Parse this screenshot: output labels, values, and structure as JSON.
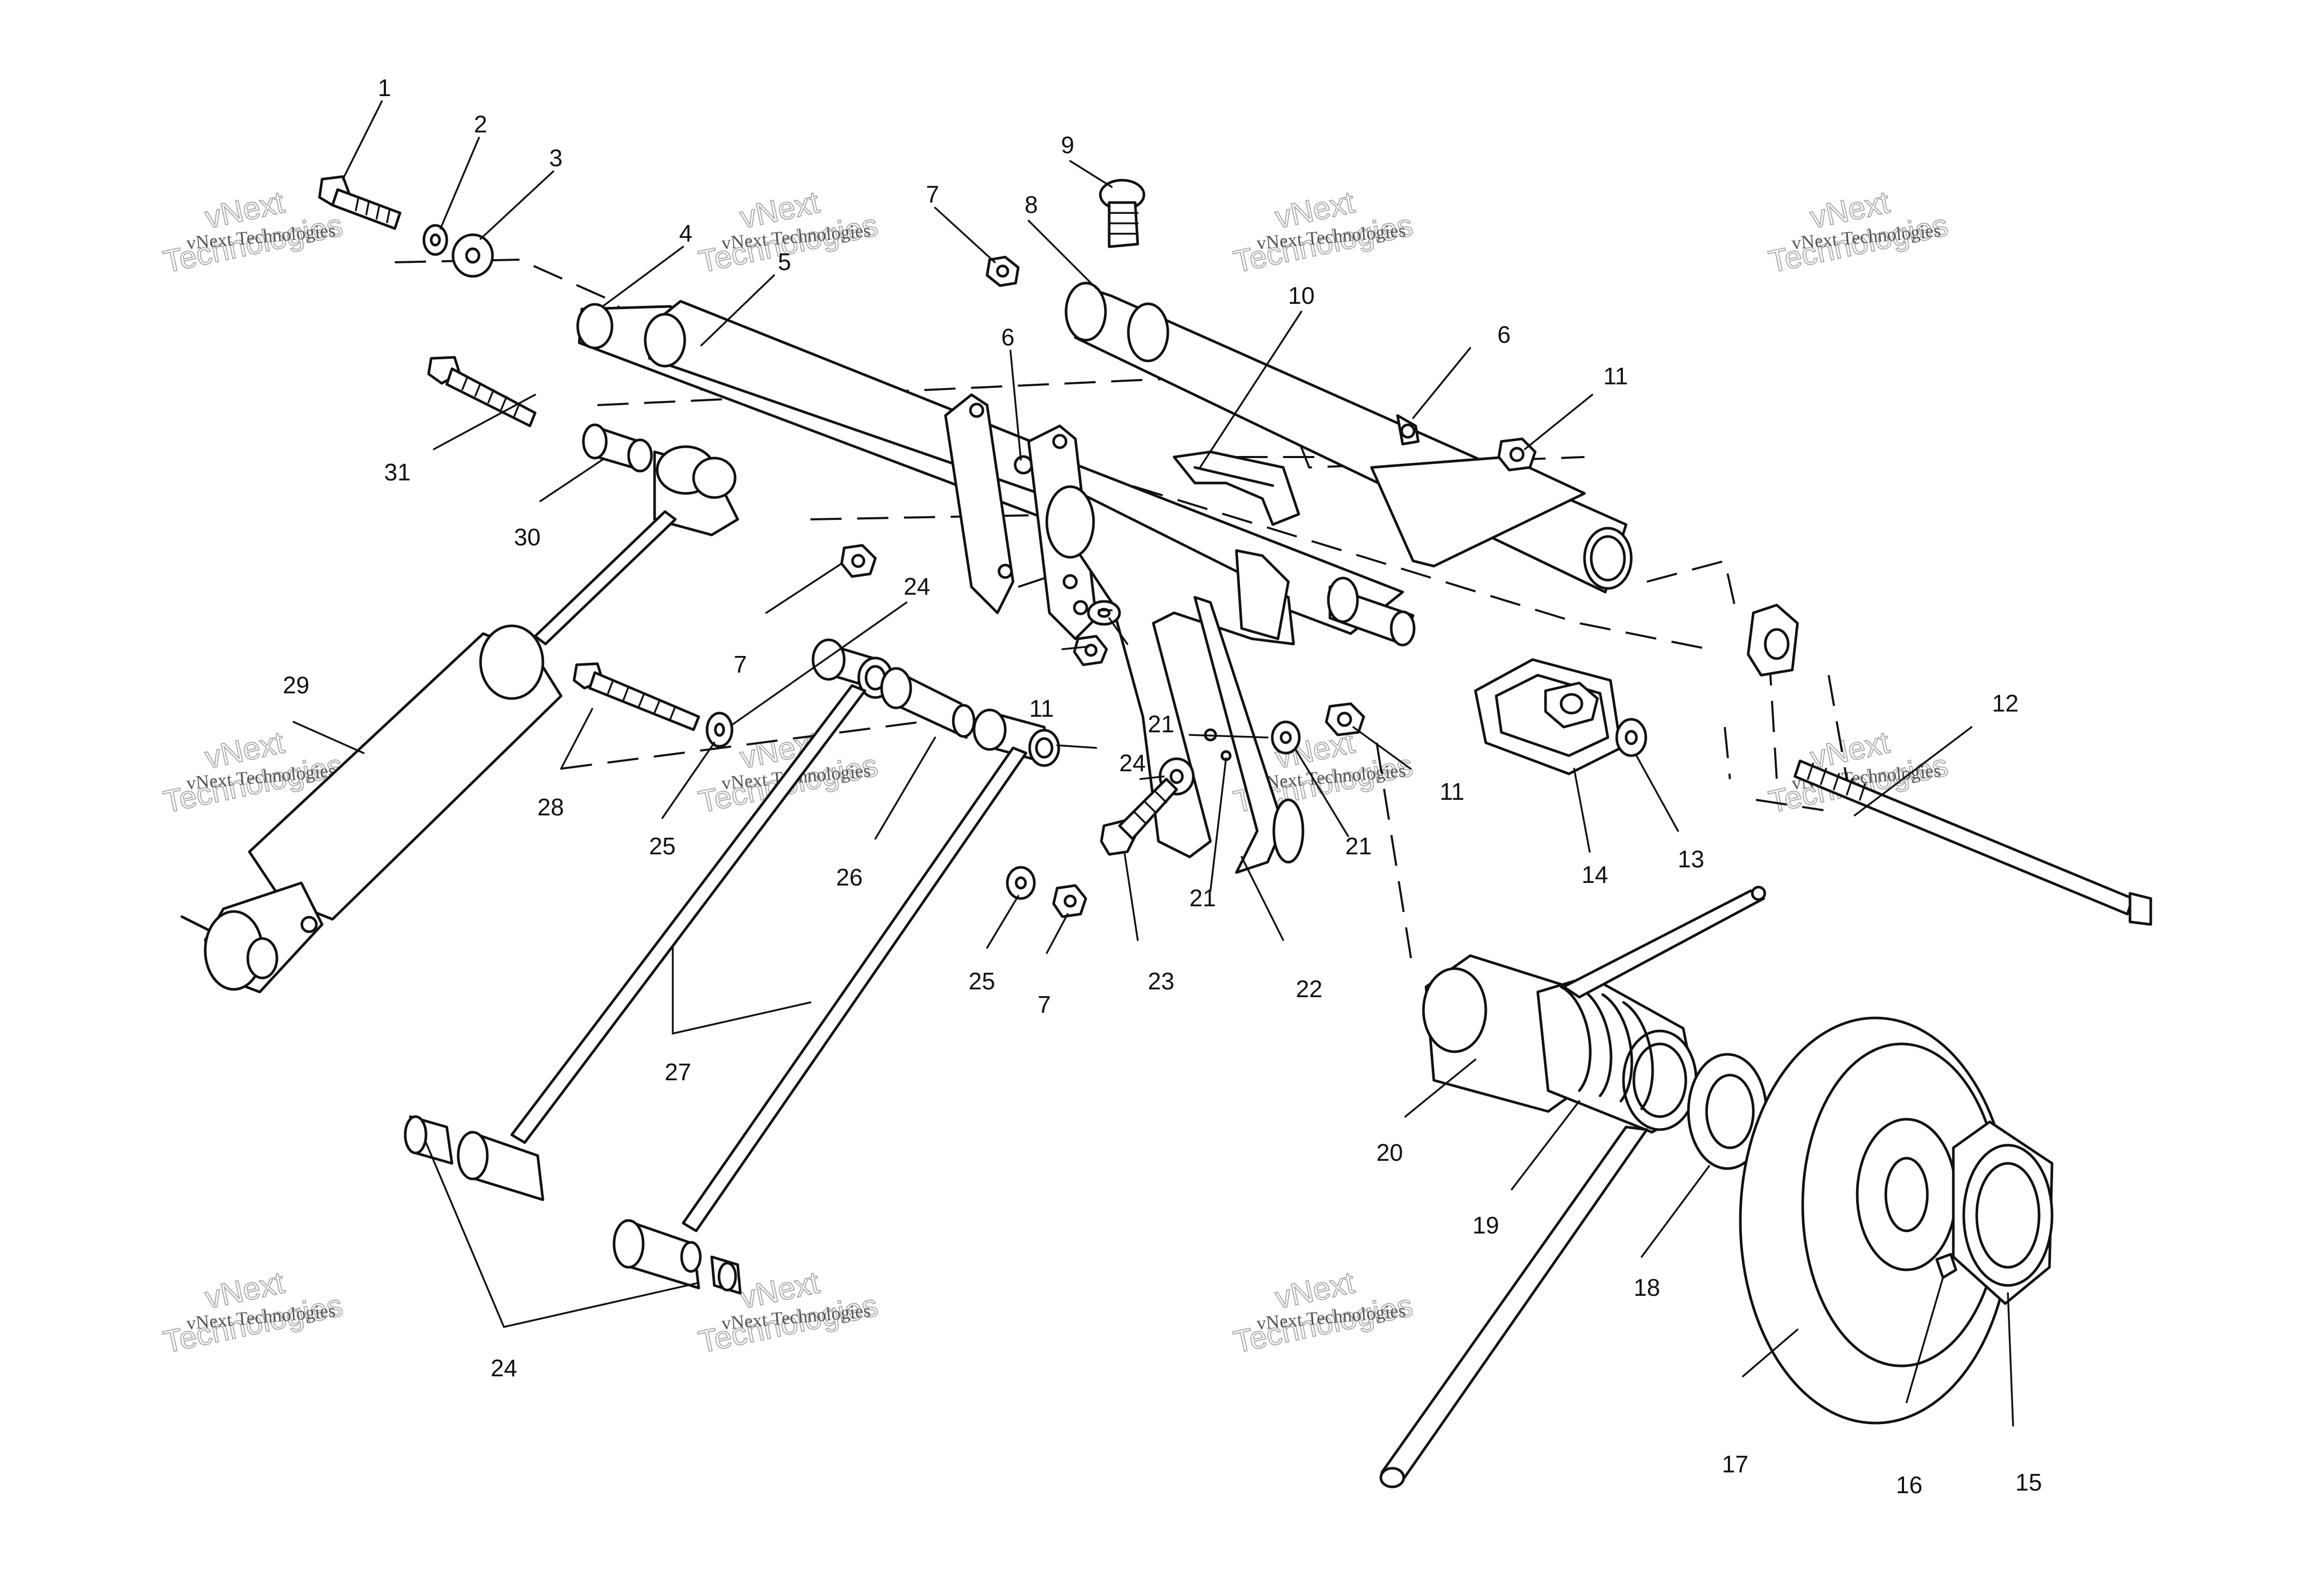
{
  "watermark": {
    "line1": "vNext Technologies",
    "line2": "vNext",
    "line3": "Technologies"
  },
  "callouts": [
    {
      "id": "c1",
      "label": "1"
    },
    {
      "id": "c2",
      "label": "2"
    },
    {
      "id": "c3",
      "label": "3"
    },
    {
      "id": "c4",
      "label": "4"
    },
    {
      "id": "c5",
      "label": "5"
    },
    {
      "id": "c6a",
      "label": "6"
    },
    {
      "id": "c6b",
      "label": "6"
    },
    {
      "id": "c7a",
      "label": "7"
    },
    {
      "id": "c7b",
      "label": "7"
    },
    {
      "id": "c7c",
      "label": "7"
    },
    {
      "id": "c8",
      "label": "8"
    },
    {
      "id": "c9",
      "label": "9"
    },
    {
      "id": "c10",
      "label": "10"
    },
    {
      "id": "c11a",
      "label": "11"
    },
    {
      "id": "c11b",
      "label": "11"
    },
    {
      "id": "c11c",
      "label": "11"
    },
    {
      "id": "c12",
      "label": "12"
    },
    {
      "id": "c13",
      "label": "13"
    },
    {
      "id": "c14",
      "label": "14"
    },
    {
      "id": "c15",
      "label": "15"
    },
    {
      "id": "c16",
      "label": "16"
    },
    {
      "id": "c17",
      "label": "17"
    },
    {
      "id": "c18",
      "label": "18"
    },
    {
      "id": "c19",
      "label": "19"
    },
    {
      "id": "c20",
      "label": "20"
    },
    {
      "id": "c21a",
      "label": "21"
    },
    {
      "id": "c21b",
      "label": "21"
    },
    {
      "id": "c21c",
      "label": "21"
    },
    {
      "id": "c22",
      "label": "22"
    },
    {
      "id": "c23",
      "label": "23"
    },
    {
      "id": "c24a",
      "label": "24"
    },
    {
      "id": "c24b",
      "label": "24"
    },
    {
      "id": "c24c",
      "label": "24"
    },
    {
      "id": "c25a",
      "label": "25"
    },
    {
      "id": "c25b",
      "label": "25"
    },
    {
      "id": "c26",
      "label": "26"
    },
    {
      "id": "c27",
      "label": "27"
    },
    {
      "id": "c28",
      "label": "28"
    },
    {
      "id": "c29",
      "label": "29"
    },
    {
      "id": "c30",
      "label": "30"
    },
    {
      "id": "c31",
      "label": "31"
    }
  ]
}
